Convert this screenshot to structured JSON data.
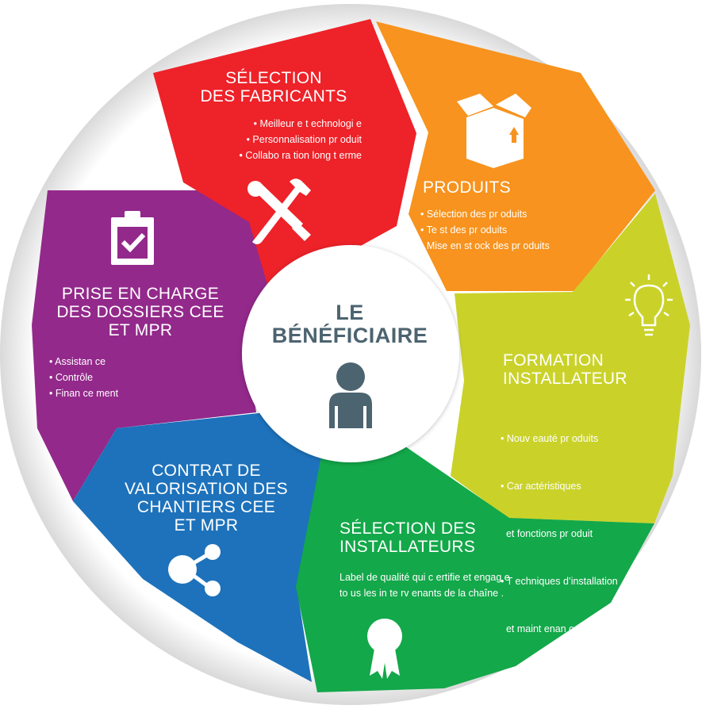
{
  "center": {
    "line1": "LE",
    "line2": "BÉNÉFICIAIRE",
    "icon": "person-icon"
  },
  "colors": {
    "red": "#ee2229",
    "orange": "#f7931e",
    "yellow": "#cad22a",
    "green": "#13a84a",
    "blue": "#1d72bb",
    "purple": "#93298b",
    "center_text": "#4c6470"
  },
  "segments": {
    "fabricants": {
      "title1": "SÉLECTION",
      "title2": "DES FABRICANTS",
      "items": [
        "• Meilleur e t echnologi e",
        "• Personnalisation pr oduit",
        "• Collabo ra tion long t erme"
      ],
      "icon": "tools-icon"
    },
    "produits": {
      "title1": "PRODUITS",
      "items": [
        "• Sélection des pr oduits",
        "• Te st des pr oduits",
        "• Mise en st ock des pr oduits"
      ],
      "icon": "box-icon"
    },
    "formation": {
      "title1": "FORMATION",
      "title2": "INSTALLATEUR",
      "items": [
        "• Nouv eauté pr oduits",
        "• Car actéristiques",
        "  et fonctions pr oduit",
        "• T echniques d’installation",
        "  et maint enan ce"
      ],
      "icon": "lightbulb-icon"
    },
    "installateurs": {
      "title1": "SÉLECTION DES",
      "title2": "INSTALLATEURS",
      "items": [
        "Label de qualité qui c ertifie et engag e",
        "to us les in te rv enants de la chaîne ."
      ],
      "icon": "award-ribbon-icon"
    },
    "contrat": {
      "title1": "CONTRAT DE",
      "title2": "VALORISATION DES",
      "title3": "CHANTIERS CEE",
      "title4": "ET MPR",
      "icon": "share-icon"
    },
    "dossiers": {
      "title1": "PRISE EN CHARGE",
      "title2": "DES DOSSIERS CEE",
      "title3": "ET MPR",
      "items": [
        "• Assistan ce",
        "• Contrôle",
        "• Finan ce ment"
      ],
      "icon": "clipboard-check-icon"
    }
  }
}
